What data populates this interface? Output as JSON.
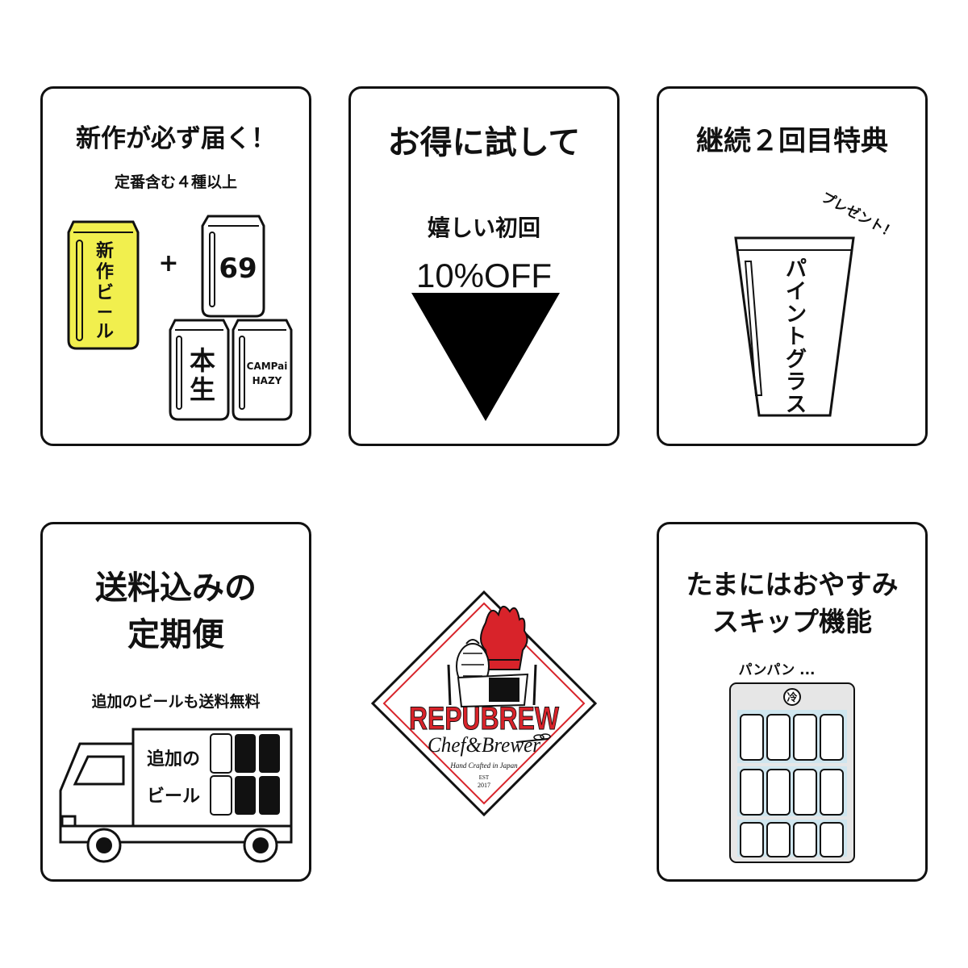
{
  "card1": {
    "title": "新作が必ず届く！",
    "subtitle": "定番含む４種以上",
    "can_new": [
      "新",
      "作",
      "ビ",
      "ー",
      "ル"
    ],
    "plus": "+",
    "can_69": "69",
    "can_honnama": [
      "本",
      "生"
    ],
    "can_campai": [
      "CAMPai",
      "HAZY"
    ],
    "colors": {
      "new_can": "#f1ef4e"
    }
  },
  "card2": {
    "title": "お得に試して",
    "label": "嬉しい初回",
    "discount": "10%OFF"
  },
  "card3": {
    "title": "継続２回目特典",
    "present": "プレゼント！",
    "glass_text": [
      "パ",
      "イ",
      "ン",
      "ト",
      "グ",
      "ラ",
      "ス"
    ]
  },
  "card4": {
    "title_line1": "送料込みの",
    "title_line2": "定期便",
    "note": "追加のビールも送料無料",
    "truck_line1": "追加の",
    "truck_line2": "ビール",
    "colors": {
      "note": "#c0282a"
    }
  },
  "logo": {
    "brand": "REPUBREW",
    "tagline": "Chef&Brewer",
    "handcrafted": "Hand Crafted in Japan",
    "est": "EST",
    "year": "2017",
    "colors": {
      "red": "#d8232a",
      "border": "#111111"
    }
  },
  "card5": {
    "title_line1": "たまにはおやすみ",
    "title_line2": "スキップ機能",
    "fridge_caption": "パンパン ...",
    "fridge_badge": "冷",
    "colors": {
      "fridge": "#e6e6e6",
      "shelf": "#cfe6ef"
    }
  }
}
